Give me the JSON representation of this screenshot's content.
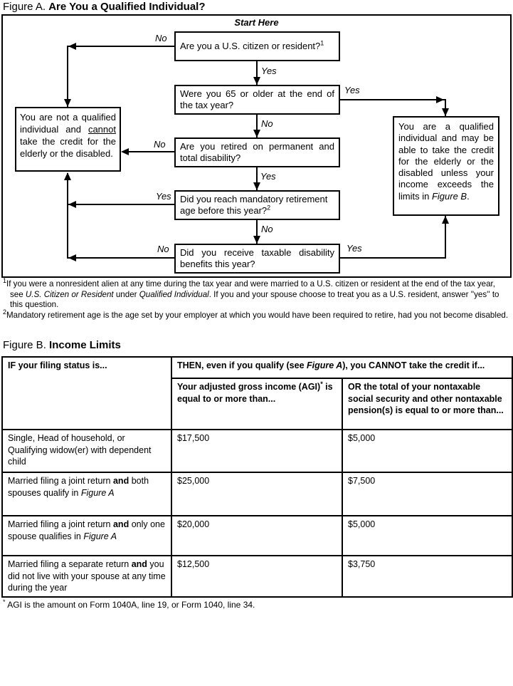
{
  "figure_a": {
    "title_prefix": "Figure A.",
    "title_bold": "Are You a Qualified Individual?",
    "start_here": "Start Here",
    "labels": {
      "yes": "Yes",
      "no": "No"
    },
    "boxes": {
      "citizen_q": "Are you a U.S. citizen or resident?",
      "citizen_sup": "1",
      "age65_q": "Were you 65 or older at the end of the tax year?",
      "retired_q": "Are you retired on permanent and total disability?",
      "mandatory_q": "Did you reach mandatory retirement age before this year?",
      "mandatory_sup": "2",
      "taxable_q": "Did you receive taxable disability benefits this year?",
      "not_qualified_1": "You are not a qualified individual and ",
      "not_qualified_u": "cannot",
      "not_qualified_2": " take the credit for the elderly or the disabled.",
      "qualified_1": "You are a qualified individual and may be able to take the credit for the elderly or the disabled unless your income exceeds the limits in ",
      "qualified_i": "Figure B",
      "qualified_2": "."
    },
    "footnotes": {
      "fn1_sup": "1",
      "fn1_a": "If you were a nonresident alien at any time during the tax year and were married to a U.S. citizen or resident at the end of the tax year, see ",
      "fn1_i1": "U.S. Citizen or Resident",
      "fn1_b": " under ",
      "fn1_i2": "Qualified Individual",
      "fn1_c": ". If you and your spouse choose to treat you as a U.S. resident, answer ''yes'' to this question.",
      "fn2_sup": "2",
      "fn2": "Mandatory retirement age is the age set by your employer at which you would have been required to retire, had you not become disabled."
    }
  },
  "figure_b": {
    "title_prefix": "Figure B.",
    "title_bold": "Income Limits",
    "header": {
      "filing_status": "IF your filing status is...",
      "then_a": "THEN, even if you qualify (see ",
      "then_i": "Figure A",
      "then_b": "), you CANNOT take the credit if...",
      "agi_a": "Your adjusted gross income (AGI)",
      "agi_sup": "*",
      "agi_b": " is equal to or more than...",
      "pension": "OR the total of your nontaxable social security and other nontaxable pension(s) is equal to or more than..."
    },
    "rows": [
      {
        "text1": "Single, Head of household, or Qualifying widow(er) with dependent child",
        "bold": "",
        "text2": "",
        "italic": "",
        "agi": "$17,500",
        "pension": "$5,000"
      },
      {
        "text1": "Married filing a joint return ",
        "bold": "and",
        "text2": " both spouses qualify in ",
        "italic": "Figure A",
        "agi": "$25,000",
        "pension": "$7,500"
      },
      {
        "text1": "Married filing a joint return ",
        "bold": "and",
        "text2": " only one spouse qualifies in ",
        "italic": "Figure A",
        "agi": "$20,000",
        "pension": "$5,000"
      },
      {
        "text1": "Married filing a separate return ",
        "bold": "and",
        "text2": " you did not live with your spouse at any time during the year",
        "italic": "",
        "agi": "$12,500",
        "pension": "$3,750"
      }
    ],
    "footnote_sup": "*",
    "footnote": " AGI is the amount on Form 1040A, line 19, or Form 1040, line 34."
  }
}
